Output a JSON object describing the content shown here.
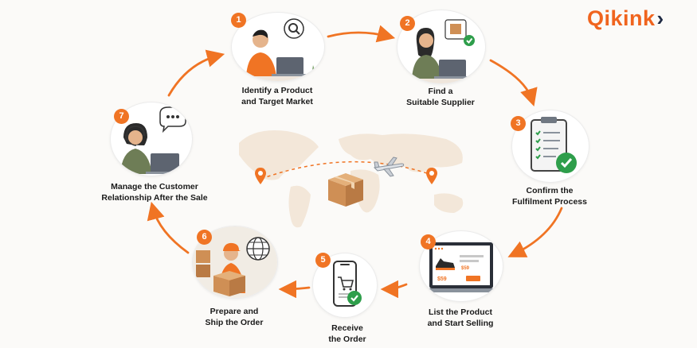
{
  "brand": {
    "logo_text": "Qikink",
    "logo_chevron": "›",
    "accent_color": "#f07424",
    "text_color": "#1a1a1a"
  },
  "steps": [
    {
      "number": "1",
      "line1": "Identify a Product",
      "line2": "and Target Market",
      "icon": "person-laptop-search-icon"
    },
    {
      "number": "2",
      "line1": "Find a",
      "line2": "Suitable Supplier",
      "icon": "person-laptop-box-icon"
    },
    {
      "number": "3",
      "line1": "Confirm the",
      "line2": "Fulfilment Process",
      "icon": "clipboard-checklist-icon"
    },
    {
      "number": "4",
      "line1": "List the Product",
      "line2": "and Start Selling",
      "icon": "laptop-shoe-listing-icon"
    },
    {
      "number": "5",
      "line1": "Receive",
      "line2": "the Order",
      "icon": "phone-cart-check-icon"
    },
    {
      "number": "6",
      "line1": "Prepare and",
      "line2": "Ship the Order",
      "icon": "worker-packing-box-icon"
    },
    {
      "number": "7",
      "line1": "Manage the Customer",
      "line2": "Relationship After the Sale",
      "icon": "support-agent-chat-icon"
    }
  ],
  "center": {
    "icons": [
      "world-map-icon",
      "airplane-icon",
      "package-box-icon",
      "location-pin-icon"
    ]
  }
}
